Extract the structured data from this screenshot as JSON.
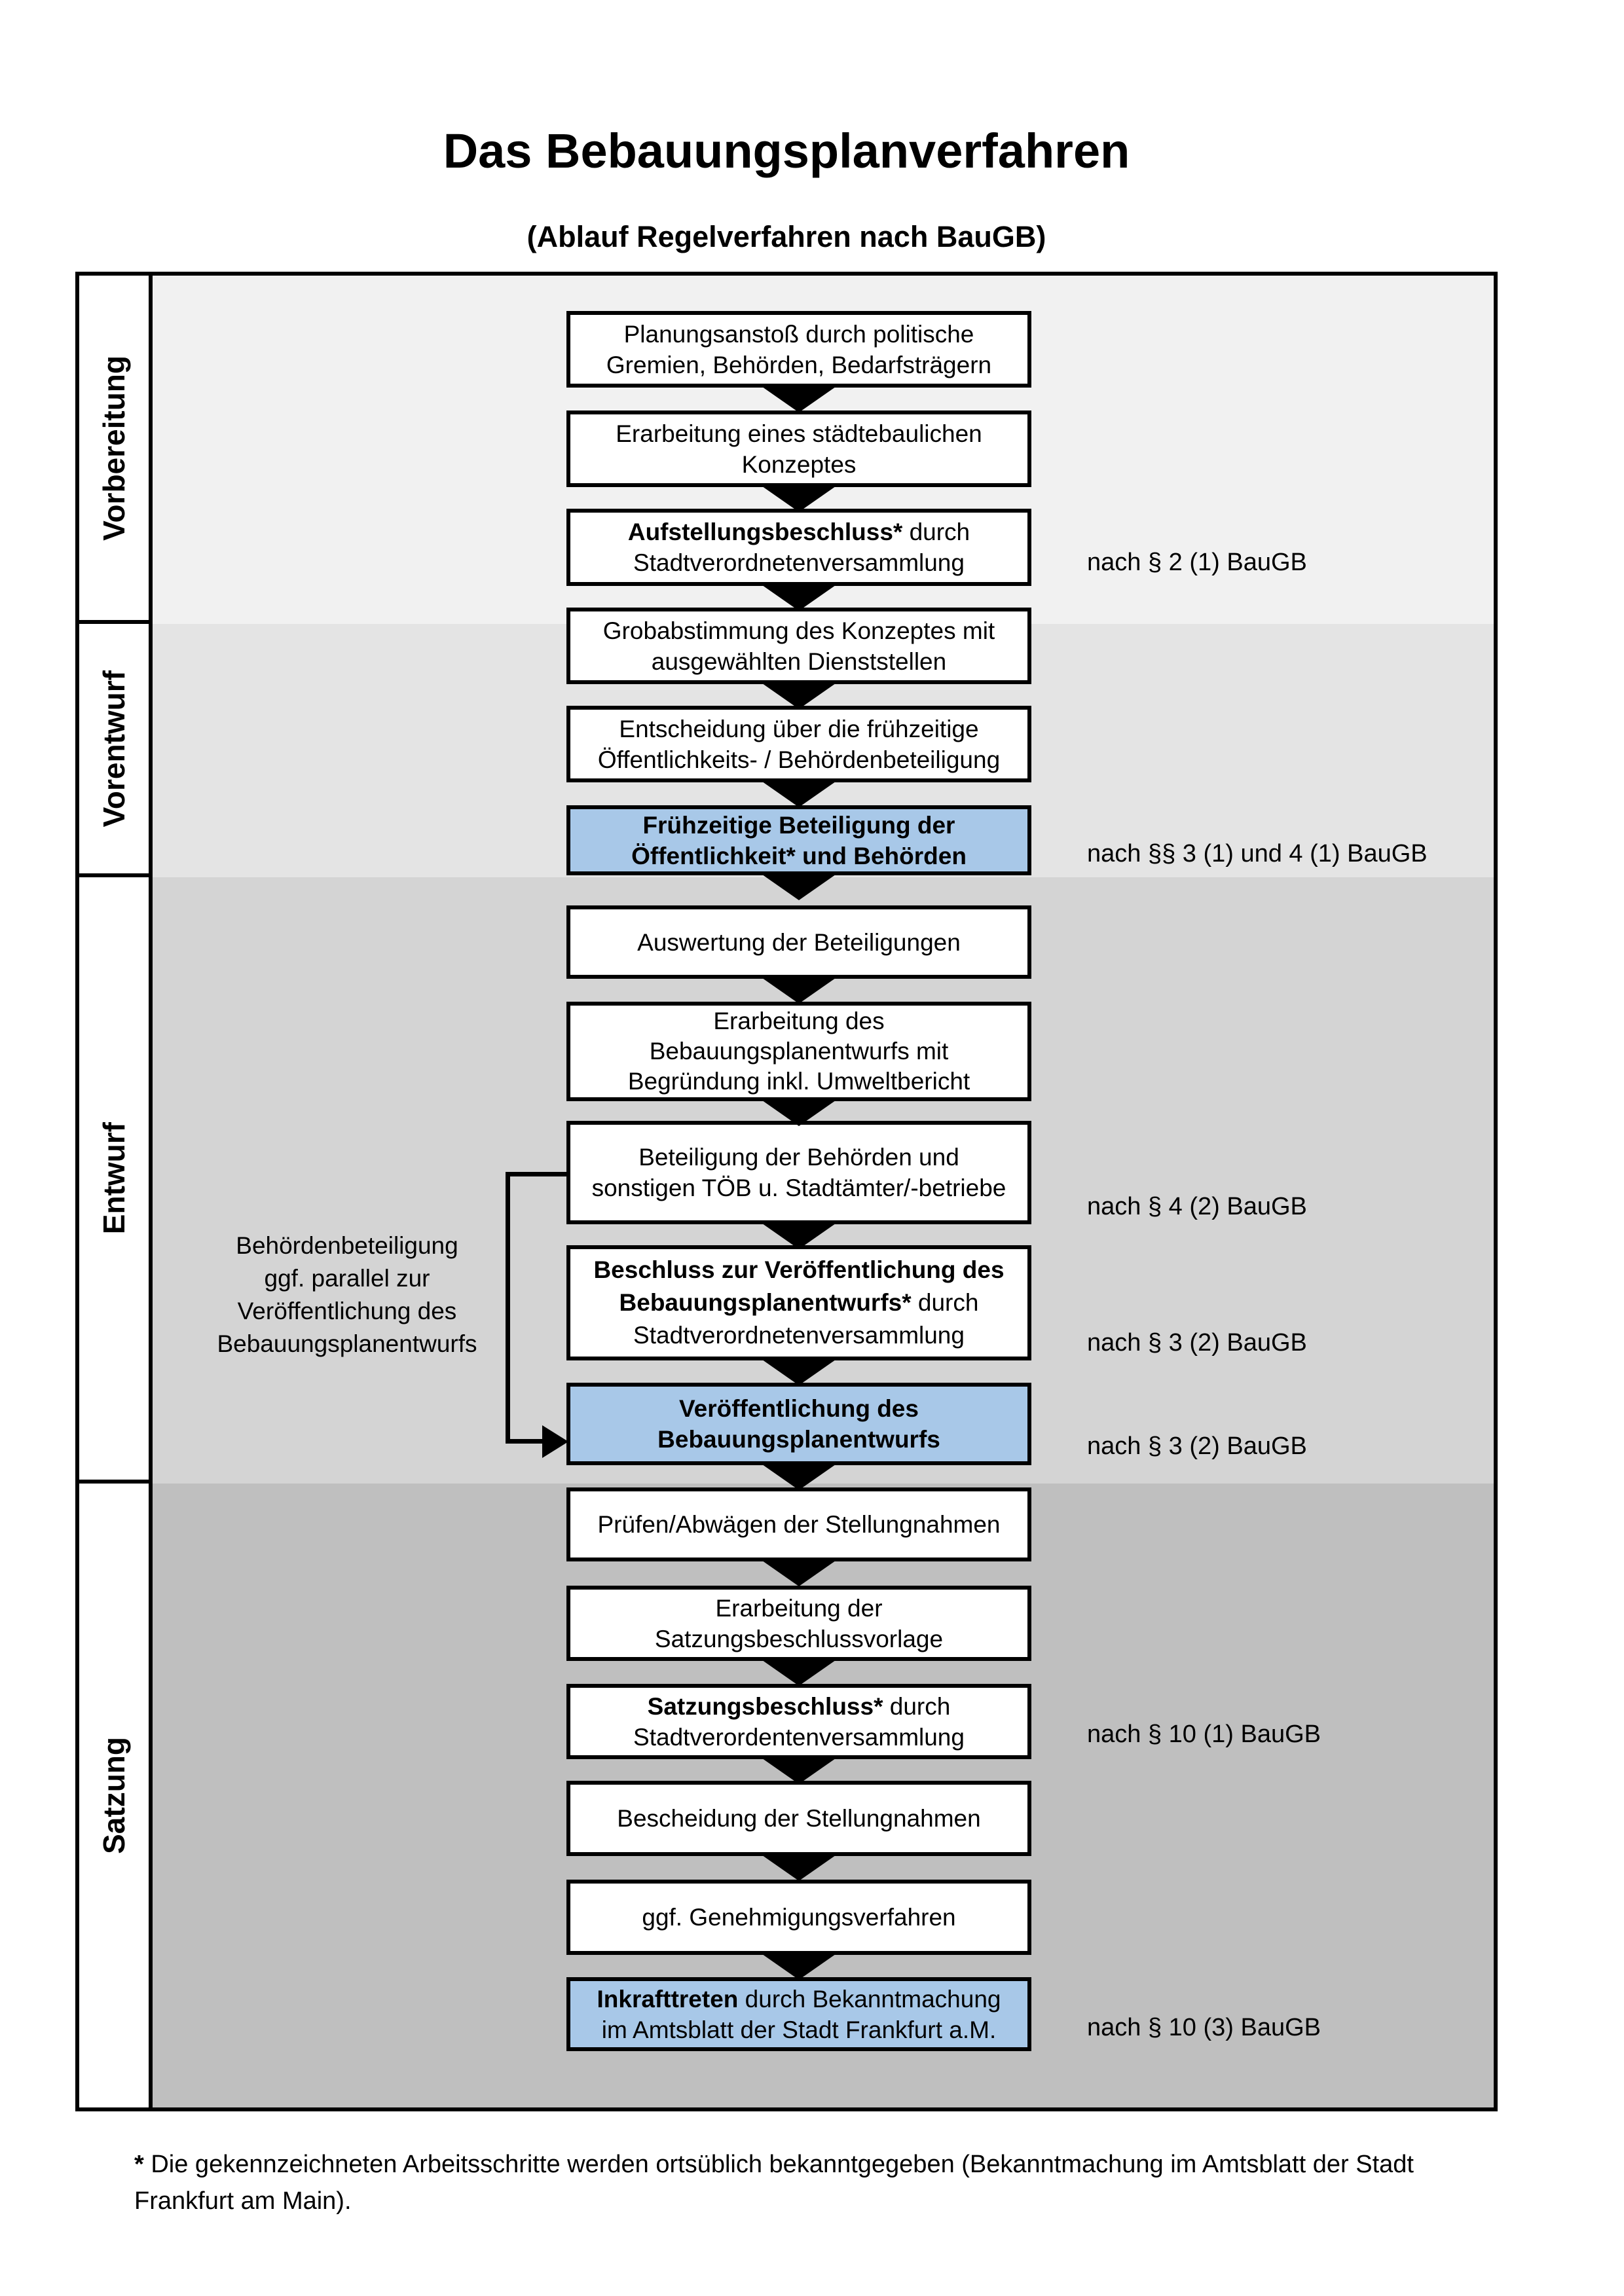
{
  "title": "Das Bebauungsplanverfahren",
  "subtitle": "(Ablauf Regelverfahren nach BauGB)",
  "phases": [
    {
      "label": "Vorbereitung"
    },
    {
      "label": "Vorentwurf"
    },
    {
      "label": "Entwurf"
    },
    {
      "label": "Satzung"
    }
  ],
  "steps": [
    {
      "bold": "",
      "rest": "Planungsanstoß durch politische\nGremien, Behörden, Bedarfsträgern",
      "highlighted": false
    },
    {
      "bold": "",
      "rest": "Erarbeitung eines städtebaulichen\nKonzeptes",
      "highlighted": false
    },
    {
      "bold": "Aufstellungsbeschluss*",
      "rest": " durch\nStadtverordnetenversammlung",
      "highlighted": false
    },
    {
      "bold": "",
      "rest": "Grobabstimmung des Konzeptes mit\nausgewählten Dienststellen",
      "highlighted": false
    },
    {
      "bold": "",
      "rest": "Entscheidung über die frühzeitige\nÖffentlichkeits- / Behördenbeteiligung",
      "highlighted": false
    },
    {
      "bold": "Frühzeitige Beteiligung der\nÖffentlichkeit* und Behörden",
      "rest": "",
      "highlighted": true
    },
    {
      "bold": "",
      "rest": "Auswertung der Beteiligungen",
      "highlighted": false
    },
    {
      "bold": "",
      "rest": "Erarbeitung des\nBebauungsplanentwurfs mit\nBegründung inkl. Umweltbericht",
      "highlighted": false
    },
    {
      "bold": "",
      "rest": "Beteiligung der Behörden und\nsonstigen TÖB u. Stadtämter/-betriebe",
      "highlighted": false
    },
    {
      "bold": "Beschluss zur Veröffentlichung des\nBebauungsplanentwurfs*",
      "rest": " durch\nStadtverordnetenversammlung",
      "highlighted": false
    },
    {
      "bold": "Veröffentlichung des\nBebauungsplanentwurfs",
      "rest": "",
      "highlighted": true
    },
    {
      "bold": "",
      "rest": "Prüfen/Abwägen der Stellungnahmen",
      "highlighted": false
    },
    {
      "bold": "",
      "rest": "Erarbeitung der\nSatzungsbeschlussvorlage",
      "highlighted": false
    },
    {
      "bold": "Satzungsbeschluss*",
      "rest": " durch\nStadtverordentenversammlung",
      "highlighted": false
    },
    {
      "bold": "",
      "rest": "Bescheidung der Stellungnahmen",
      "highlighted": false
    },
    {
      "bold": "",
      "rest": "ggf. Genehmigungsverfahren",
      "highlighted": false
    },
    {
      "bold": "Inkrafttreten",
      "rest": " durch Bekanntmachung\nim Amtsblatt der Stadt Frankfurt a.M.",
      "highlighted": true
    }
  ],
  "annotations": [
    "nach § 2 (1) BauGB",
    "nach §§ 3 (1) und 4 (1) BauGB",
    "nach § 4 (2) BauGB",
    "nach § 3 (2) BauGB",
    "nach § 3 (2) BauGB",
    "nach § 10 (1) BauGB",
    "nach § 10 (3) BauGB"
  ],
  "side_note": "Behördenbeteiligung\nggf. parallel zur\nVeröffentlichung des\nBebauungsplanentwurfs",
  "footnote": {
    "marker": "*",
    "text": " Die gekennzeichneten Arbeitsschritte werden ortsüblich bekanntgegeben (Bekanntmachung im Amtsblatt  der Stadt Frankfurt am Main)."
  },
  "colors": {
    "band_vorbereitung": "#f1f1f1",
    "band_vorentwurf": "#e4e4e4",
    "band_entwurf": "#d4d4d4",
    "band_satzung": "#bfbfbf",
    "highlight_box": "#a8c8e8",
    "box_border": "#000000",
    "text": "#000000"
  }
}
